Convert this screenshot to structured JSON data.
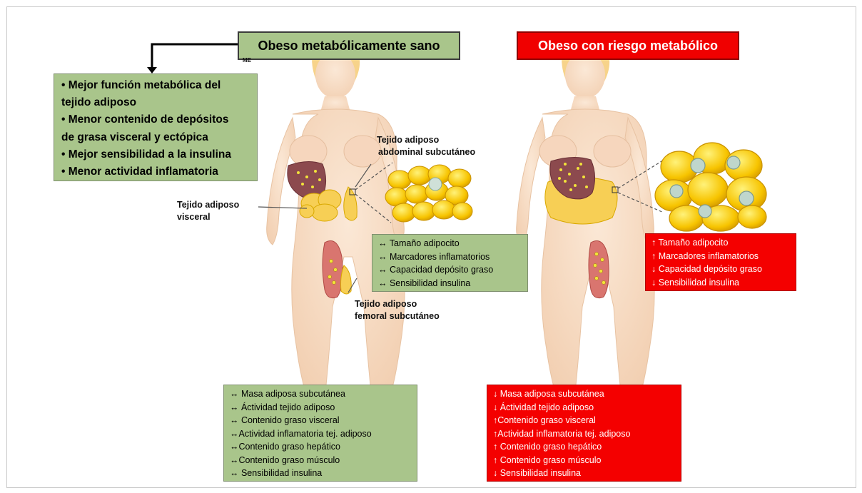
{
  "titles": {
    "left": "Obeso metabólicamente sano",
    "right": "Obeso con riesgo metabólico"
  },
  "stray_text": "ME",
  "benefits": [
    "•  Mejor función metabólica del",
    "tejido adiposo",
    "• Menor contenido de depósitos",
    "de grasa visceral y ectópica",
    "• Mejor sensibilidad a la insulina",
    "• Menor actividad inflamatoria"
  ],
  "labels": {
    "abdominal_1": "Tejido adiposo",
    "abdominal_2": "abdominal subcutáneo",
    "visceral_1": "Tejido adiposo",
    "visceral_2": "visceral",
    "femoral_1": "Tejido adiposo",
    "femoral_2": "femoral subcutáneo"
  },
  "healthy_adipocyte": [
    "↔ Tamaño adipocito",
    "↔ Marcadores inflamatorios",
    "↔ Capacidad  depósito graso",
    "↔ Sensibilidad  insulina"
  ],
  "risk_adipocyte": [
    "↑ Tamaño adipocito",
    "↑ Marcadores inflamatorios",
    "↓ Capacidad  depósito graso",
    "↓ Sensibilidad  insulina"
  ],
  "healthy_systemic": [
    "↔ Masa adiposa subcutánea",
    "↔ Áctividad tejido adiposo",
    "↔ Contenido graso visceral",
    "↔Actividad inflamatoria tej. adiposo",
    "↔Contenido graso hepático",
    "↔Contenido graso músculo",
    "↔ Sensibilidad  insulina"
  ],
  "risk_systemic": [
    "↓ Masa adiposa subcutánea",
    "↓ Áctividad tejido adiposo",
    "↑Contenido graso visceral",
    "↑Actividad inflamatoria tej. adiposo",
    "↑ Contenido graso hepático",
    "↑ Contenido graso músculo",
    "↓ Sensibilidad  insulina"
  ],
  "colors": {
    "healthy_green": "#a9c58b",
    "risk_red": "#f00000",
    "skin": "#f7dcc4",
    "fat_yellow": "#f7c400",
    "liver": "#8c4a4e"
  }
}
